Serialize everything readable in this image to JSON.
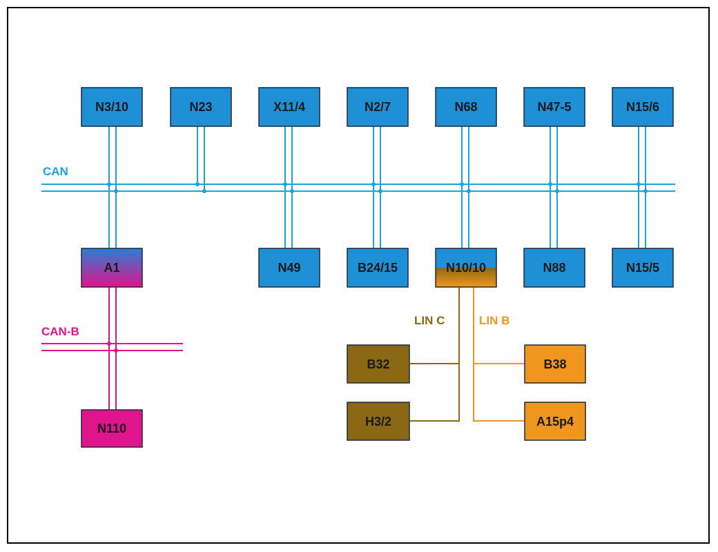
{
  "colors": {
    "can": "#1aa3e0",
    "can_b": "#e0148c",
    "lin_c": "#8b6914",
    "lin_b": "#f0961e",
    "node_blue": "#1f8fd6",
    "node_magenta": "#e0148c",
    "node_brown": "#8b6914",
    "node_orange": "#f0961e"
  },
  "buses": {
    "can": "CAN",
    "can_b": "CAN-B",
    "lin_c": "LIN C",
    "lin_b": "LIN B"
  },
  "nodes": {
    "n3_10": "N3/10",
    "n23": "N23",
    "x11_4": "X11/4",
    "n2_7": "N2/7",
    "n68": "N68",
    "n47_5": "N47-5",
    "n15_6": "N15/6",
    "a1": "A1",
    "n49": "N49",
    "b24_15": "B24/15",
    "n10_10": "N10/10",
    "n88": "N88",
    "n15_5": "N15/5",
    "n110": "N110",
    "b32": "B32",
    "h3_2": "H3/2",
    "b38": "B38",
    "a15p4": "A15p4"
  }
}
